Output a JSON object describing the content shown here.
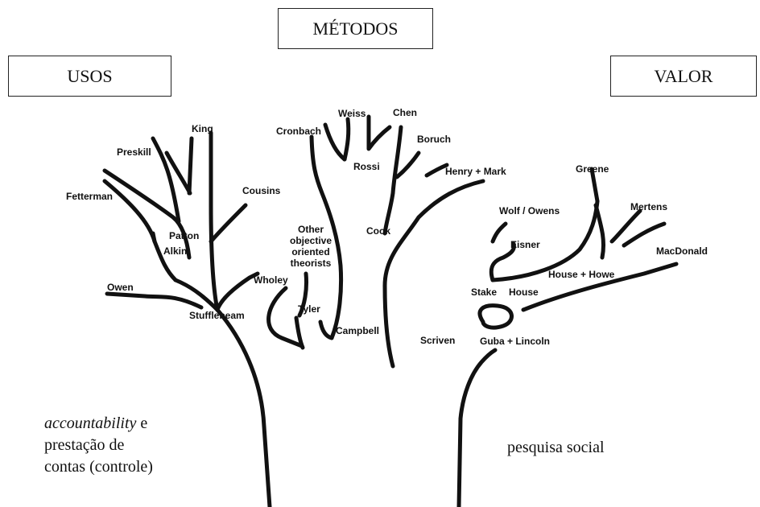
{
  "boxes": {
    "usos": "USOS",
    "metodos": "MÉTODOS",
    "valor": "VALOR"
  },
  "names": {
    "king": "King",
    "preskill": "Preskill",
    "fetterman": "Fetterman",
    "cousins": "Cousins",
    "patton": "Patton",
    "alkin": "Alkin",
    "owen": "Owen",
    "stufflebeam": "Stufflebeam",
    "wholey": "Wholey",
    "cronbach": "Cronbach",
    "weiss": "Weiss",
    "chen": "Chen",
    "rossi": "Rossi",
    "boruch": "Boruch",
    "henry_mark": "Henry + Mark",
    "other_objective": [
      "Other",
      "objective",
      "oriented",
      "theorists"
    ],
    "cook": "Cook",
    "tyler": "Tyler",
    "campbell": "Campbell",
    "scriven": "Scriven",
    "wolf_owens": "Wolf / Owens",
    "eisner": "Eisner",
    "greene": "Greene",
    "mertens": "Mertens",
    "macdonald": "MacDonald",
    "house_howe": "House + Howe",
    "stake": "Stake",
    "house": "House",
    "guba_lincoln": "Guba + Lincoln"
  },
  "captions": {
    "left_italic": "accountability",
    "left_rest_1": " e",
    "left_line_2": "prestação de",
    "left_line_3": "contas (controle)",
    "right": "pesquisa social"
  }
}
